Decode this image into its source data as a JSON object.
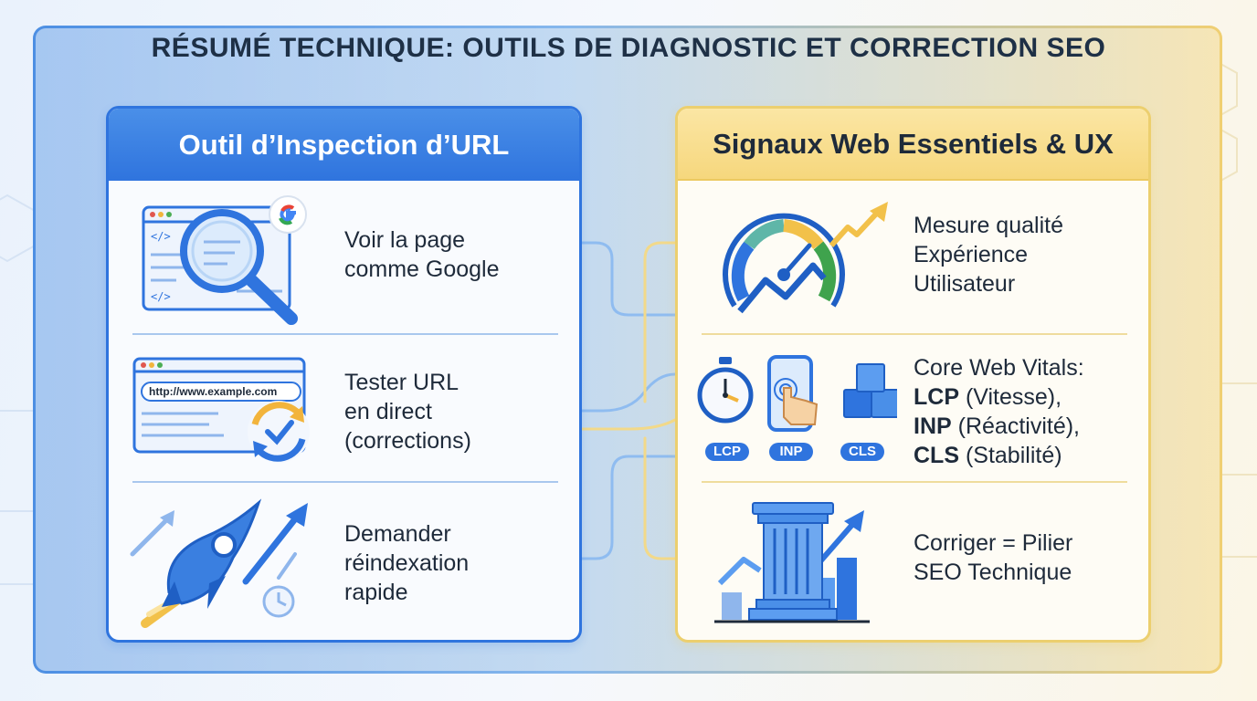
{
  "title": "RÉSUMÉ TECHNIQUE: OUTILS DE DIAGNOSTIC ET CORRECTION SEO",
  "left_panel": {
    "title": "Outil d’Inspection d’URL",
    "items": [
      {
        "lines": [
          "Voir la page",
          "comme Google"
        ],
        "icon": "magnifier-google-icon"
      },
      {
        "lines": [
          "Tester URL",
          "en direct",
          "(corrections)"
        ],
        "icon": "browser-refresh-icon",
        "url": "http://www.example.com"
      },
      {
        "lines": [
          "Demander",
          "réindexation",
          "rapide"
        ],
        "icon": "rocket-icon"
      }
    ]
  },
  "right_panel": {
    "title": "Signaux Web Essentiels & UX",
    "items": [
      {
        "lines": [
          "Mesure qualité",
          "Expérience",
          "Utilisateur"
        ],
        "icon": "speedometer-trend-icon"
      },
      {
        "heading": "Core Web Vitals:",
        "metrics": [
          {
            "code": "LCP",
            "label": "(Vitesse),"
          },
          {
            "code": "INP",
            "label": "(Réactivité),"
          },
          {
            "code": "CLS",
            "label": "(Stabilité)"
          }
        ],
        "badges": [
          "LCP",
          "INP",
          "CLS"
        ]
      },
      {
        "lines": [
          "Corriger = Pilier",
          "SEO Technique"
        ],
        "icon": "pillar-growth-icon"
      }
    ]
  },
  "colors": {
    "blue": "#2f74de",
    "gold": "#eccf6e",
    "green": "#3fa34d",
    "dark": "#1e2a3a"
  }
}
